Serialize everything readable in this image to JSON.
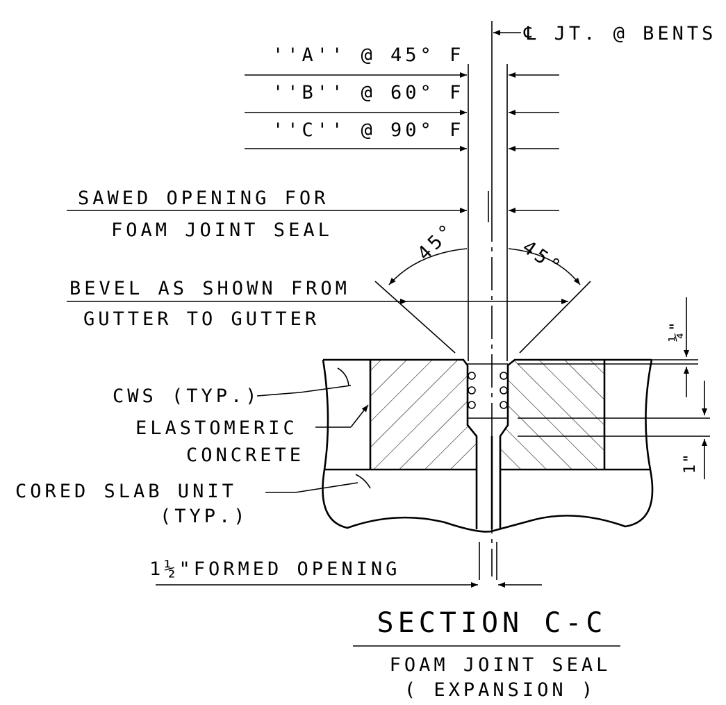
{
  "labels": {
    "centerline": "℄ JT. @ BENTS",
    "temp_a": "''A'' @ 45° F",
    "temp_b": "''B'' @ 60° F",
    "temp_c": "''C'' @ 90° F",
    "sawed_1": "SAWED OPENING FOR",
    "sawed_2": "FOAM JOINT SEAL",
    "angle_left": "45°",
    "angle_right": "45°",
    "bevel_1": "BEVEL AS SHOWN FROM",
    "bevel_2": "GUTTER TO GUTTER",
    "cws": "CWS (TYP.)",
    "elasto_1": "ELASTOMERIC",
    "elasto_2": "CONCRETE",
    "cored_1": "CORED SLAB UNIT",
    "cored_2": "(TYP.)",
    "formed": "1½\"FORMED OPENING",
    "dim_quarter": "¼\"",
    "dim_one": "1\""
  },
  "title": {
    "main": "SECTION C-C",
    "sub": "FOAM JOINT SEAL",
    "note": "( EXPANSION )"
  }
}
